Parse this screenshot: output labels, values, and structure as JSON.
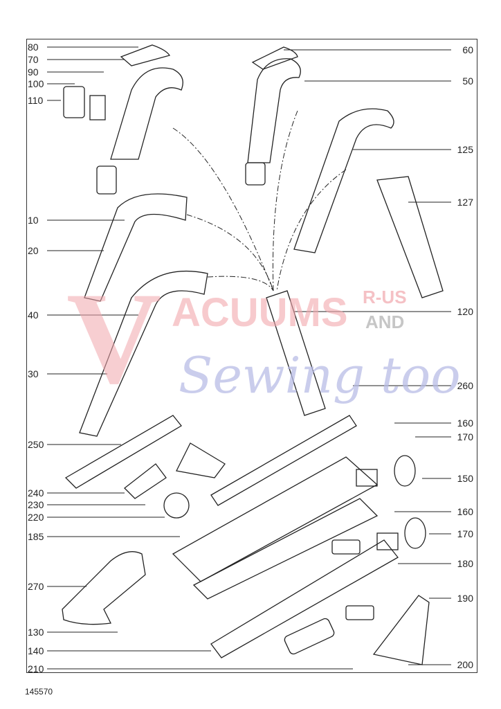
{
  "callouts_left": [
    "80",
    "70",
    "90",
    "100",
    "110",
    "10",
    "20",
    "40",
    "30",
    "250",
    "240",
    "230",
    "220",
    "185",
    "270",
    "130",
    "140",
    "210"
  ],
  "callouts_right": [
    "60",
    "50",
    "125",
    "127",
    "120",
    "260",
    "160",
    "170",
    "150",
    "160",
    "170",
    "180",
    "190",
    "200"
  ],
  "watermark": {
    "initial": "V",
    "line1": "ACUUMS",
    "tag1": "R-US",
    "tag2": "AND",
    "line2": "Sewing too"
  },
  "document_number": "145570"
}
